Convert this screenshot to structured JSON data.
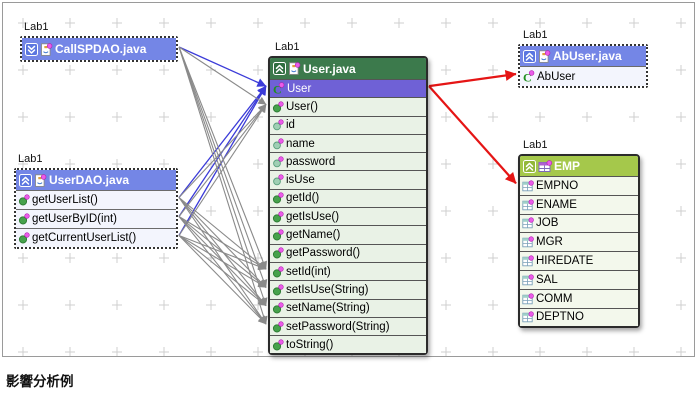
{
  "caption": "影響分析例",
  "colors": {
    "blue_header": "#7486e6",
    "green_header": "#3c7a4c",
    "emp_header": "#a5c84b",
    "purple_highlight_row": "#6f61d6",
    "edge_blue": "#3b3bd8",
    "edge_gray": "#8a8a8a",
    "edge_red": "#e51515"
  },
  "boxes": {
    "callspdao": {
      "group_label": "Lab1",
      "title": "CallSPDAO.java",
      "colorway": "blue",
      "selected": true,
      "header_icons": [
        "expand-icon",
        "java-file-icon"
      ],
      "rows": []
    },
    "userdao": {
      "group_label": "Lab1",
      "title": "UserDAO.java",
      "colorway": "blue",
      "selected": true,
      "header_icons": [
        "collapse-icon",
        "java-file-icon"
      ],
      "rows": [
        {
          "text": "getUserList()",
          "kind": "method"
        },
        {
          "text": "getUserByID(int)",
          "kind": "method"
        },
        {
          "text": "getCurrentUserList()",
          "kind": "method"
        }
      ]
    },
    "user": {
      "group_label": "Lab1",
      "title": "User.java",
      "colorway": "green",
      "selected": false,
      "header_icons": [
        "collapse-icon",
        "java-file-icon"
      ],
      "rows": [
        {
          "text": "User",
          "kind": "class",
          "highlighted": true
        },
        {
          "text": "User()",
          "kind": "method"
        },
        {
          "text": "id",
          "kind": "field"
        },
        {
          "text": "name",
          "kind": "field"
        },
        {
          "text": "password",
          "kind": "field"
        },
        {
          "text": "isUse",
          "kind": "field"
        },
        {
          "text": "getId()",
          "kind": "method"
        },
        {
          "text": "getIsUse()",
          "kind": "method"
        },
        {
          "text": "getName()",
          "kind": "method"
        },
        {
          "text": "getPassword()",
          "kind": "method"
        },
        {
          "text": "setId(int)",
          "kind": "method"
        },
        {
          "text": "setIsUse(String)",
          "kind": "method"
        },
        {
          "text": "setName(String)",
          "kind": "method"
        },
        {
          "text": "setPassword(String)",
          "kind": "method"
        },
        {
          "text": "toString()",
          "kind": "method"
        }
      ]
    },
    "abuser": {
      "group_label": "Lab1",
      "title": "AbUser.java",
      "colorway": "blue",
      "selected": true,
      "header_icons": [
        "collapse-icon",
        "java-file-icon"
      ],
      "rows": [
        {
          "text": "AbUser",
          "kind": "class"
        }
      ]
    },
    "emp": {
      "group_label": "Lab1",
      "title": "EMP",
      "colorway": "emp",
      "selected": false,
      "header_icons": [
        "collapse-icon",
        "table-icon"
      ],
      "rows": [
        {
          "text": "EMPNO",
          "kind": "column"
        },
        {
          "text": "ENAME",
          "kind": "column"
        },
        {
          "text": "JOB",
          "kind": "column"
        },
        {
          "text": "MGR",
          "kind": "column"
        },
        {
          "text": "HIREDATE",
          "kind": "column"
        },
        {
          "text": "SAL",
          "kind": "column"
        },
        {
          "text": "COMM",
          "kind": "column"
        },
        {
          "text": "DEPTNO",
          "kind": "column"
        }
      ]
    }
  },
  "edges": [
    {
      "from": "callspdao",
      "to": "user:0",
      "color": "blue"
    },
    {
      "from": "userdao:0",
      "to": "user:0",
      "color": "blue"
    },
    {
      "from": "userdao:1",
      "to": "user:0",
      "color": "blue"
    },
    {
      "from": "userdao:2",
      "to": "user:0",
      "color": "blue"
    },
    {
      "from": "callspdao",
      "to": "user:1",
      "color": "gray"
    },
    {
      "from": "callspdao",
      "to": "user:10",
      "color": "gray"
    },
    {
      "from": "callspdao",
      "to": "user:11",
      "color": "gray"
    },
    {
      "from": "callspdao",
      "to": "user:12",
      "color": "gray"
    },
    {
      "from": "callspdao",
      "to": "user:13",
      "color": "gray"
    },
    {
      "from": "userdao:0",
      "to": "user:1",
      "color": "gray"
    },
    {
      "from": "userdao:1",
      "to": "user:1",
      "color": "gray"
    },
    {
      "from": "userdao:2",
      "to": "user:1",
      "color": "gray"
    },
    {
      "from": "userdao:0",
      "to": "user:10",
      "color": "gray"
    },
    {
      "from": "userdao:0",
      "to": "user:11",
      "color": "gray"
    },
    {
      "from": "userdao:0",
      "to": "user:12",
      "color": "gray"
    },
    {
      "from": "userdao:0",
      "to": "user:13",
      "color": "gray"
    },
    {
      "from": "userdao:1",
      "to": "user:10",
      "color": "gray"
    },
    {
      "from": "userdao:1",
      "to": "user:11",
      "color": "gray"
    },
    {
      "from": "userdao:1",
      "to": "user:12",
      "color": "gray"
    },
    {
      "from": "userdao:1",
      "to": "user:13",
      "color": "gray"
    },
    {
      "from": "userdao:2",
      "to": "user:10",
      "color": "gray"
    },
    {
      "from": "userdao:2",
      "to": "user:11",
      "color": "gray"
    },
    {
      "from": "userdao:2",
      "to": "user:12",
      "color": "gray"
    },
    {
      "from": "userdao:2",
      "to": "user:13",
      "color": "gray"
    },
    {
      "from": "user:0",
      "to": "abuser:0",
      "color": "red"
    },
    {
      "from": "user:0",
      "to": "emp:0",
      "color": "red"
    }
  ]
}
